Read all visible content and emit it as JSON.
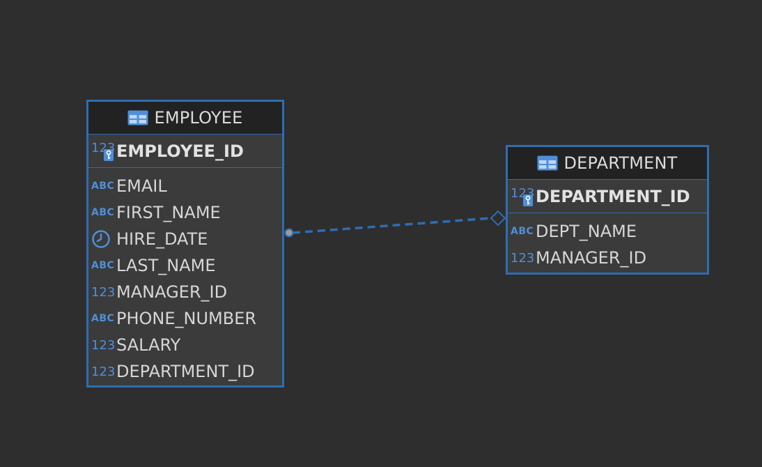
{
  "diagram": {
    "entities": {
      "employee": {
        "name": "EMPLOYEE",
        "primary_key": {
          "name": "EMPLOYEE_ID",
          "type_icon": "numeric-key-icon"
        },
        "attributes": [
          {
            "name": "EMAIL",
            "type_icon": "string-type-icon",
            "type_glyph": "ABC"
          },
          {
            "name": "FIRST_NAME",
            "type_icon": "string-type-icon",
            "type_glyph": "ABC"
          },
          {
            "name": "HIRE_DATE",
            "type_icon": "clock-icon",
            "type_glyph": ""
          },
          {
            "name": "LAST_NAME",
            "type_icon": "string-type-icon",
            "type_glyph": "ABC"
          },
          {
            "name": "MANAGER_ID",
            "type_icon": "numeric-type-icon",
            "type_glyph": "123"
          },
          {
            "name": "PHONE_NUMBER",
            "type_icon": "string-type-icon",
            "type_glyph": "ABC"
          },
          {
            "name": "SALARY",
            "type_icon": "numeric-type-icon",
            "type_glyph": "123"
          },
          {
            "name": "DEPARTMENT_ID",
            "type_icon": "numeric-type-icon",
            "type_glyph": "123"
          }
        ]
      },
      "department": {
        "name": "DEPARTMENT",
        "primary_key": {
          "name": "DEPARTMENT_ID",
          "type_icon": "numeric-key-icon"
        },
        "attributes": [
          {
            "name": "DEPT_NAME",
            "type_icon": "string-type-icon",
            "type_glyph": "ABC"
          },
          {
            "name": "MANAGER_ID",
            "type_icon": "numeric-type-icon",
            "type_glyph": "123"
          }
        ]
      }
    },
    "relationship": {
      "from": "employee",
      "to": "department",
      "line_style": "dashed",
      "from_marker": "circle",
      "to_marker": "diamond"
    },
    "colors": {
      "background": "#2e2e2e",
      "entity_border": "#2f6db3",
      "icon_blue": "#4f8fd9",
      "header_bg": "#222222",
      "body_bg": "#3b3b3b",
      "text": "#d6d6d6"
    },
    "glyphs": {
      "numeric": "123"
    }
  }
}
